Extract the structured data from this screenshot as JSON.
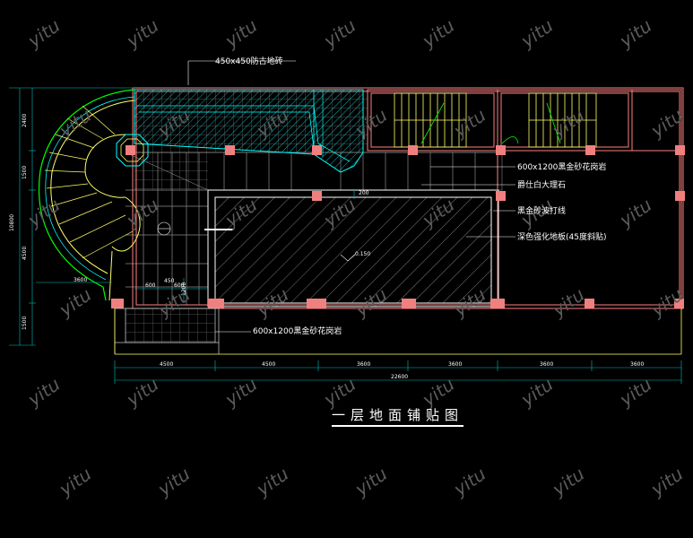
{
  "title": "一层地面铺贴图",
  "watermark": "yitu",
  "labels": {
    "antique_tile": "450x450防古地砖",
    "granite_top": "600x1200黑金砂花岗岩",
    "marble": "爵仕白大理石",
    "wave_line": "黑金砂波打线",
    "laminate": "深色强化地板(45度斜贴)",
    "granite_bottom": "600x1200黑金砂花岗岩",
    "elevation": "0.150",
    "dim_200": "200"
  },
  "dims_bottom": [
    "4500",
    "4500",
    "3600",
    "3600",
    "3600",
    "3600"
  ],
  "dim_total": "22600",
  "dims_left": [
    "2400",
    "1500",
    "4500",
    "1500"
  ],
  "dim_left_total": "10800",
  "dims_misc": [
    "3600",
    "600",
    "450",
    "600",
    "1200"
  ],
  "colors": {
    "wall": "#ff7f7f",
    "column": "#ff6b6b",
    "cyan": "#00ffff",
    "green": "#00ff00",
    "yellow": "#ffff66",
    "grid": "#9a9a9a"
  }
}
